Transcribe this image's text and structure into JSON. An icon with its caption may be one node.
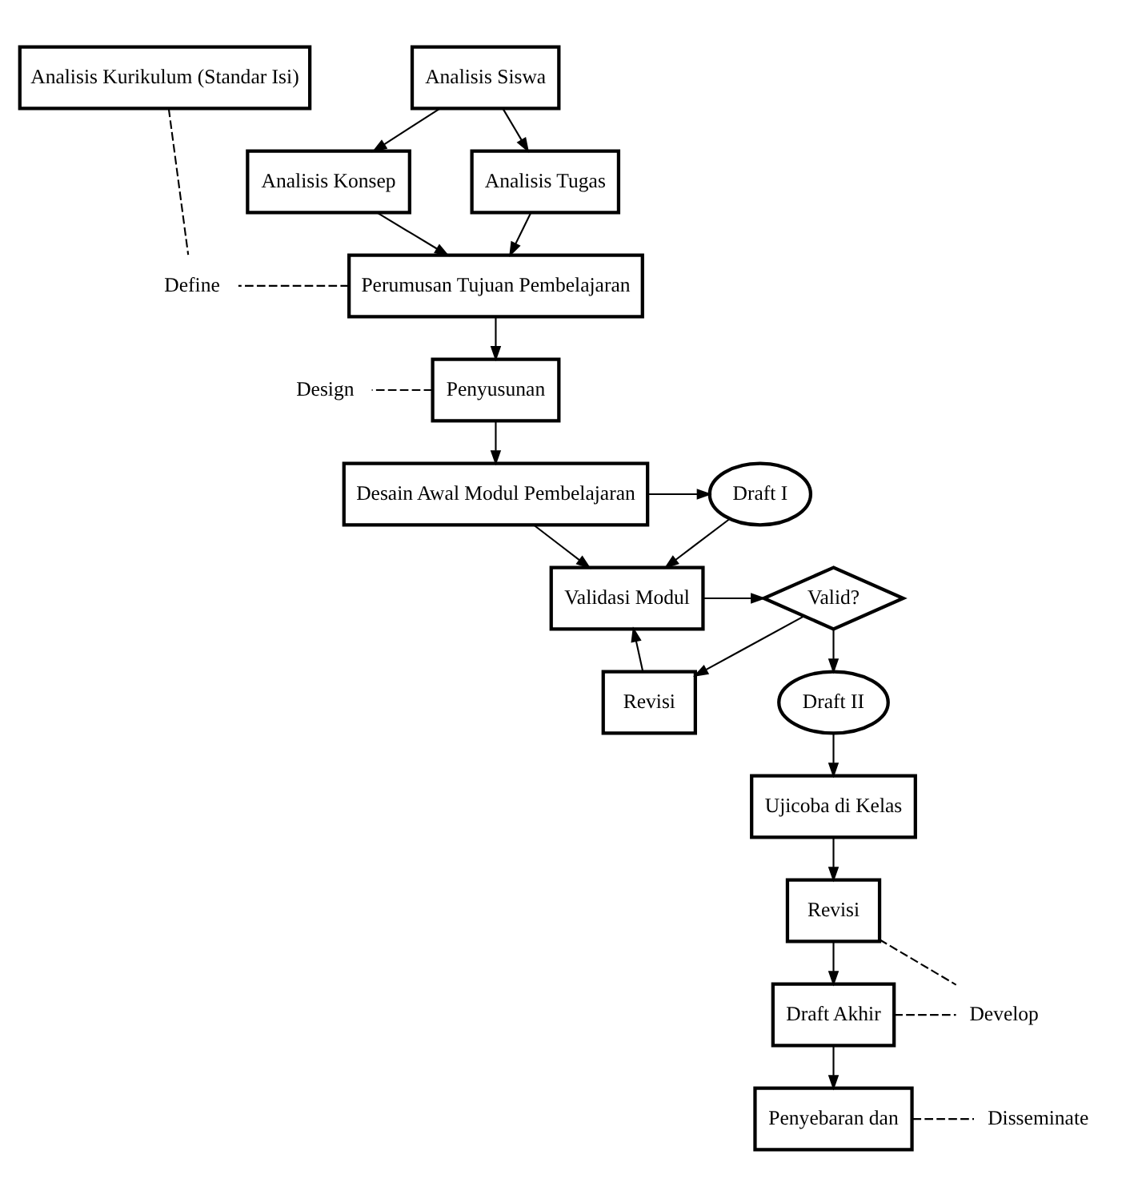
{
  "diagram": {
    "nodes": [
      {
        "text": [
          "Analisis Kurikulum (Standar Isi)"
        ]
      },
      {
        "text": [
          "Analisis Siswa"
        ]
      },
      {
        "text": [
          "Analisis Konsep"
        ]
      },
      {
        "text": [
          "Analisis Tugas"
        ]
      },
      {
        "text": [
          "Perumusan Tujuan Pembelajaran"
        ]
      },
      {
        "text": [
          "Penyusunan"
        ]
      },
      {
        "text": [
          "Draft I"
        ]
      },
      {
        "text": [
          "Desain Awal Modul Pembelajaran"
        ]
      },
      {
        "text": [
          "Validasi Modul"
        ]
      },
      {
        "text": [
          "Valid?"
        ]
      },
      {
        "text": [
          "Revisi"
        ]
      },
      {
        "text": [
          "Draft II"
        ]
      },
      {
        "text": [
          "Ujicoba di Kelas"
        ]
      },
      {
        "text": [
          "Revisi"
        ]
      },
      {
        "text": [
          "Draft Akhir"
        ]
      },
      {
        "text": [
          "Penyebaran dan"
        ]
      },
      {
        "text": [
          "Define"
        ]
      },
      {
        "text": [
          "Design"
        ]
      },
      {
        "text": [
          "Develop"
        ]
      },
      {
        "text": [
          "Disseminate"
        ]
      }
    ],
    "edges": [
      {
        "from": 1,
        "to": 2,
        "arrow": "to"
      },
      {
        "from": 1,
        "to": 3,
        "arrow": "to"
      },
      {
        "from": 2,
        "to": 4,
        "arrow": "to"
      },
      {
        "from": 3,
        "to": 4,
        "arrow": "to"
      },
      {
        "from": 4,
        "to": 5,
        "arrow": "to"
      },
      {
        "from": 5,
        "to": 7,
        "arrow": "to"
      },
      {
        "from": 7,
        "to": 6,
        "arrow": "to"
      },
      {
        "from": 7,
        "to": 8,
        "arrow": "to"
      },
      {
        "from": 6,
        "to": 8,
        "arrow": "to"
      },
      {
        "from": 8,
        "to": 9,
        "arrow": "to"
      },
      {
        "from": 10,
        "to": 8,
        "arrow": "to"
      },
      {
        "from": 9,
        "to": 10,
        "arrow": "to"
      },
      {
        "from": 9,
        "to": 11,
        "arrow": "to"
      },
      {
        "from": 11,
        "to": 12,
        "arrow": "to"
      },
      {
        "from": 12,
        "to": 13,
        "arrow": "to"
      },
      {
        "from": 13,
        "to": 14,
        "arrow": "to"
      },
      {
        "from": 14,
        "to": 15,
        "arrow": "to"
      },
      {
        "from": 0,
        "to": 16,
        "arrow": "none",
        "style": "dashed"
      },
      {
        "from": 4,
        "to": 16,
        "arrow": "none",
        "style": "dashed"
      },
      {
        "from": 5,
        "to": 17,
        "arrow": "none",
        "style": "dashed"
      },
      {
        "from": 13,
        "to": 18,
        "arrow": "none",
        "style": "dashed"
      },
      {
        "from": 14,
        "to": 18,
        "arrow": "none",
        "style": "dashed"
      },
      {
        "from": 15,
        "to": 19,
        "arrow": "none",
        "style": "dashed"
      }
    ]
  }
}
